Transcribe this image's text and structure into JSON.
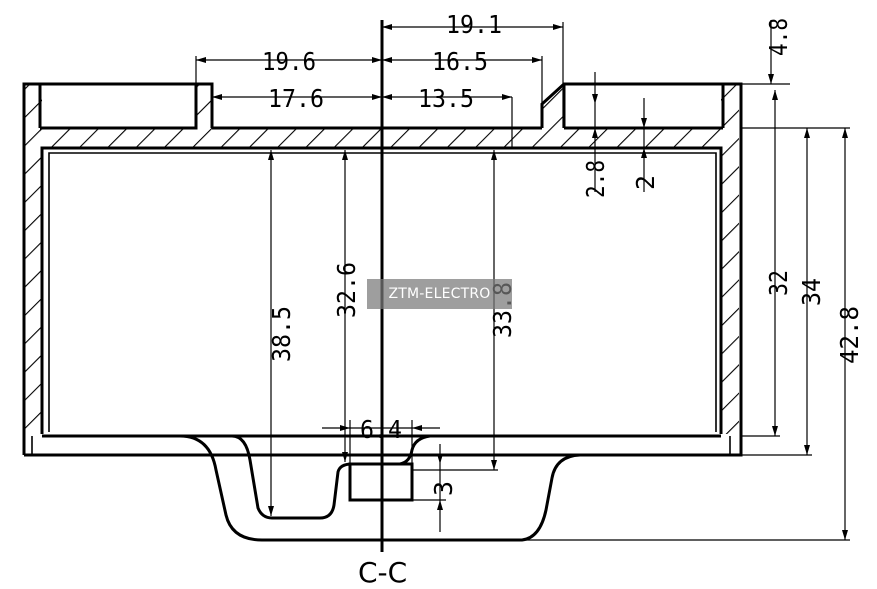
{
  "dimensions": {
    "d19_1": "19.1",
    "d19_6": "19.6",
    "d16_5": "16.5",
    "d17_6": "17.6",
    "d13_5": "13.5",
    "d4_8": "4.8",
    "d2_8": "2.8",
    "d2": "2",
    "d38_5": "38.5",
    "d32_6": "32.6",
    "d33_8": "33.8",
    "d32": "32",
    "d34": "34",
    "d42_8": "42.8",
    "d6_4": "6.4",
    "d3": "3"
  },
  "section_label": "C-C",
  "watermark": "ZTM-ELECTRO"
}
